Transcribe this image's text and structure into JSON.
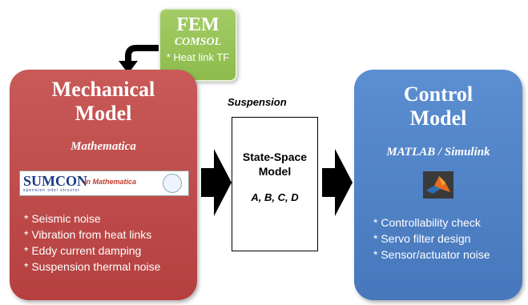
{
  "fem": {
    "title": "FEM",
    "subtitle": "COMSOL",
    "item": "* Heat link TF"
  },
  "mechanical": {
    "title_line1": "Mechanical",
    "title_line2": "Model",
    "subtitle": "Mathematica",
    "logo_big": "SUMCON",
    "logo_in": "in Mathematica",
    "logo_small": "spension  odel     structor",
    "items": [
      "* Seismic noise",
      "* Vibration from heat links",
      "* Eddy current damping",
      "* Suspension thermal noise"
    ]
  },
  "suspension": {
    "label": "Suspension",
    "box_line1": "State-Space",
    "box_line2": "Model",
    "vars": "A, B, C, D"
  },
  "control": {
    "title_line1": "Control",
    "title_line2": "Model",
    "subtitle": "MATLAB / Simulink",
    "items": [
      "* Controllability check",
      "* Servo filter design",
      "* Sensor/actuator noise"
    ]
  },
  "icons": {
    "arrow": "right-arrow-icon",
    "app": "matlab-icon",
    "logo": "sumcon-logo"
  },
  "colors": {
    "fem": "#95c257",
    "mechanical": "#bf4d4c",
    "control": "#5284c8",
    "arrow": "#000000"
  }
}
